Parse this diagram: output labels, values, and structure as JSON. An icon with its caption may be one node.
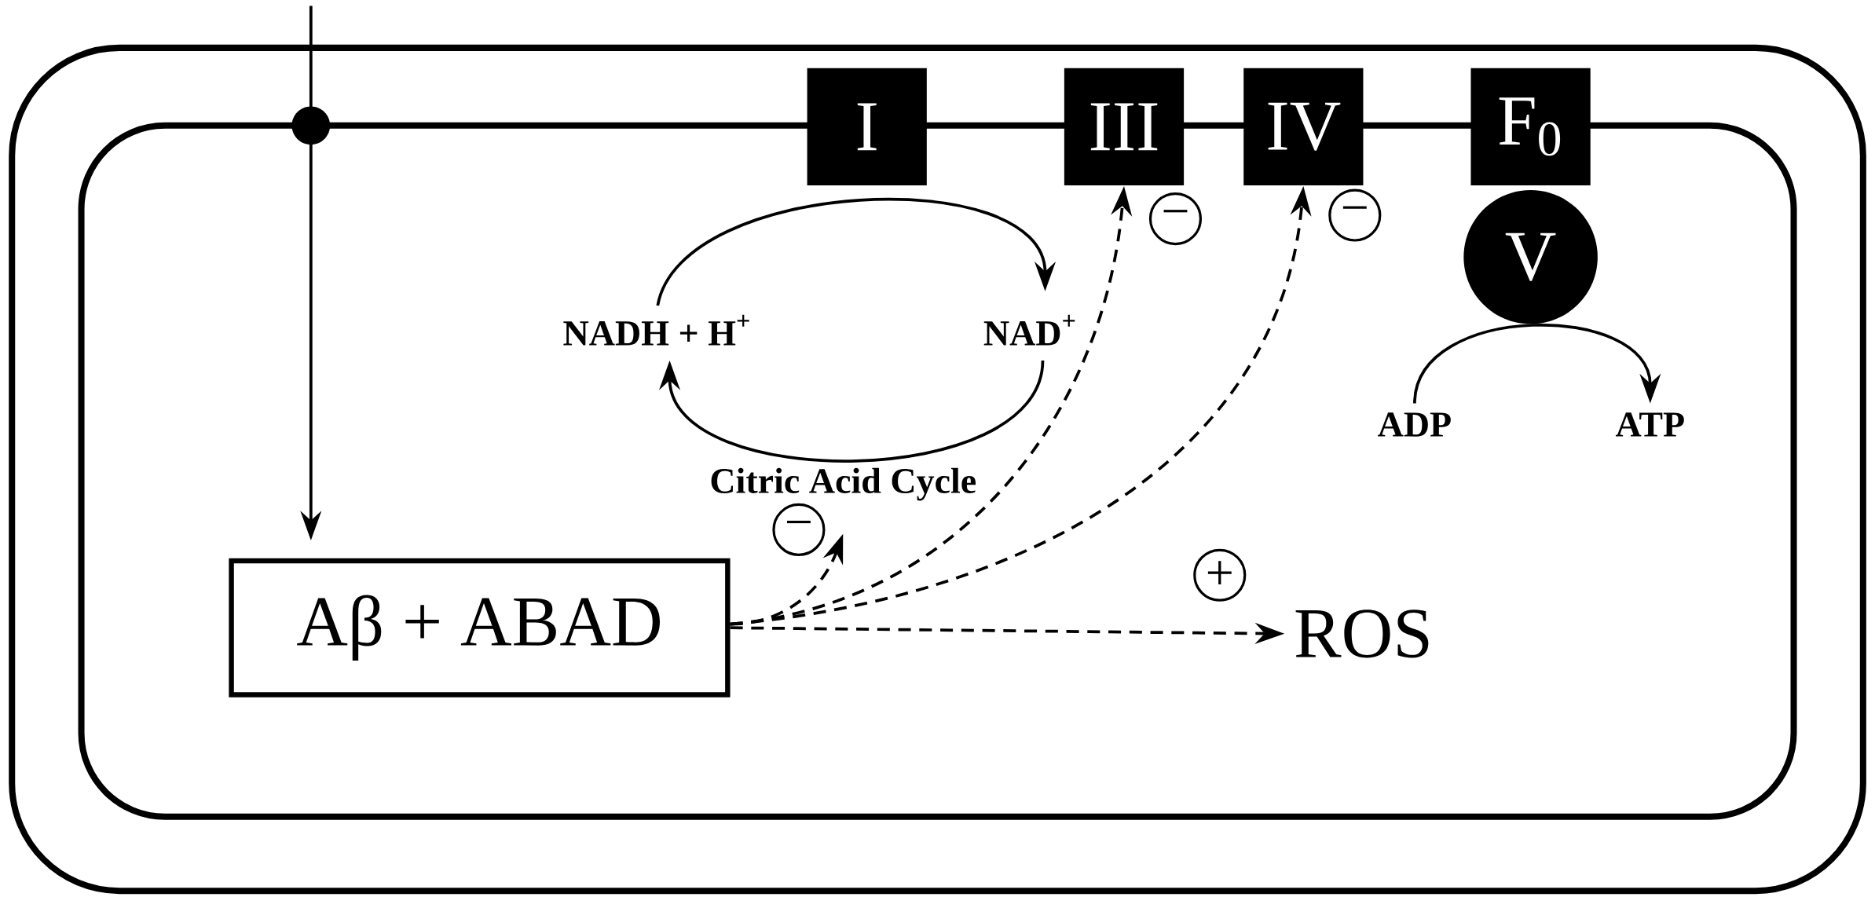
{
  "diagram": {
    "nodes": [
      {
        "text": [
          "Aβ  + ABAD"
        ]
      },
      {
        "text": [
          "I"
        ]
      },
      {
        "text": [
          "III"
        ]
      },
      {
        "text": [
          "IV"
        ]
      },
      {
        "text": [
          "F$_{0}$"
        ]
      },
      {
        "text": [
          "V"
        ]
      },
      {
        "text": [
          "NADH + H$^{+}$"
        ]
      },
      {
        "text": [
          "NAD$^{+}$"
        ]
      },
      {
        "text": [
          "Citric Acid Cycle"
        ]
      },
      {
        "text": [
          "ADP"
        ]
      },
      {
        "text": [
          "ATP"
        ]
      },
      {
        "text": [
          "ROS"
        ]
      },
      {
        "text": [
          "−"
        ]
      },
      {
        "text": [
          "−"
        ]
      },
      {
        "text": [
          "−"
        ]
      },
      {
        "text": [
          "+"
        ]
      }
    ],
    "edges": [
      {
        "from": null,
        "to": 0,
        "arrow": "to"
      },
      {
        "from": 6,
        "to": 7,
        "arrow": "to"
      },
      {
        "from": 7,
        "to": 6,
        "arrow": "to"
      },
      {
        "from": 9,
        "to": 10,
        "arrow": "to"
      },
      {
        "from": 0,
        "to": 8,
        "arrow": "to",
        "style": "dashed"
      },
      {
        "from": 0,
        "to": 2,
        "arrow": "to",
        "style": "dashed"
      },
      {
        "from": 0,
        "to": 3,
        "arrow": "to",
        "style": "dashed"
      },
      {
        "from": 0,
        "to": 11,
        "arrow": "to",
        "style": "dashed"
      }
    ]
  }
}
